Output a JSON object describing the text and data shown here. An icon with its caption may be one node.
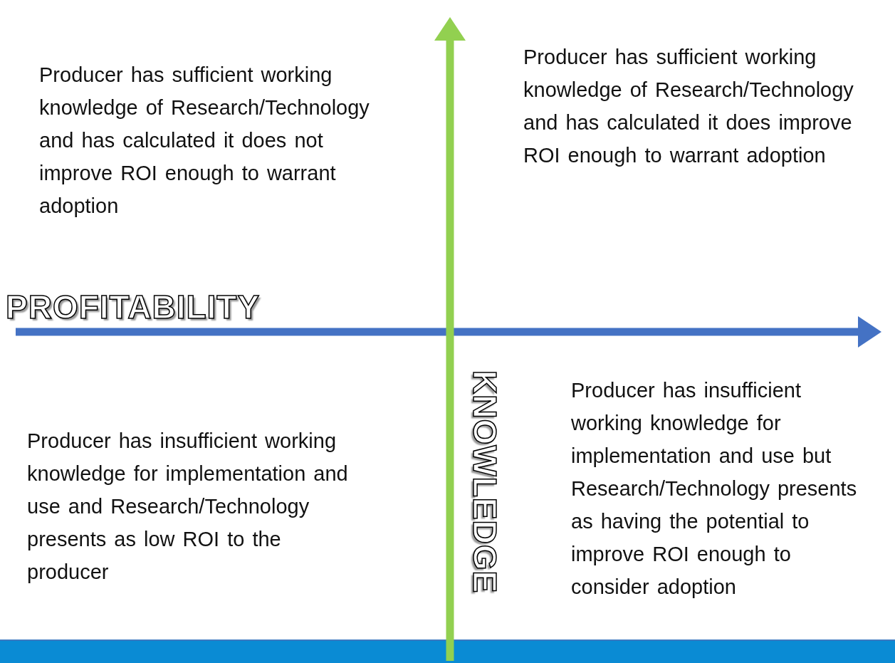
{
  "diagram": {
    "labels": [
      "Producer has sufficient working knowledge of Research/Technology and has calculated it does not improve ROI enough to warrant adoption",
      "Producer has sufficient working knowledge of Research/Technology and has calculated it does improve ROI enough to warrant adoption",
      "PROFITABILITY",
      "KNOWLEDGE",
      "Producer has insufficient working knowledge for implementation and use and Research/Technology presents as low ROI to the producer",
      "Producer has insufficient working knowledge for implementation and use but Research/Technology presents as having the potential to improve ROI enough to consider adoption"
    ]
  }
}
